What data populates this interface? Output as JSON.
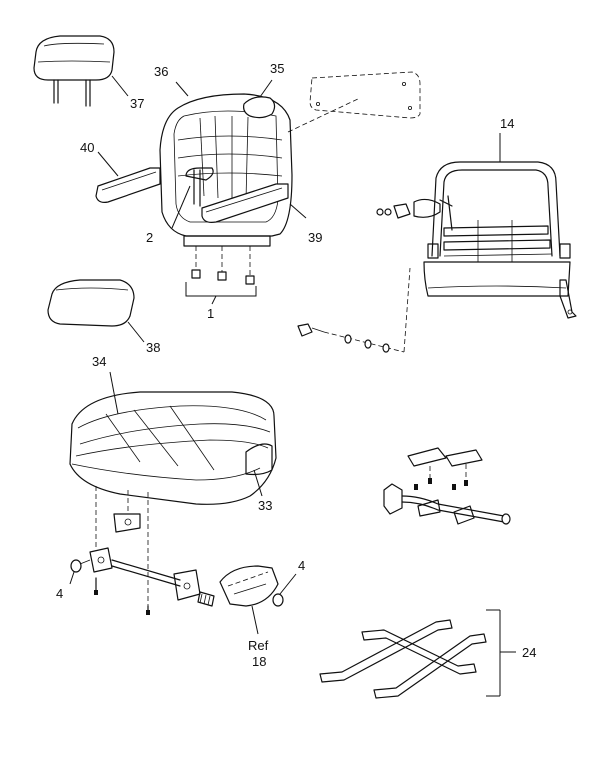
{
  "callouts": {
    "c1": "1",
    "c2": "2",
    "c4a": "4",
    "c4b": "4",
    "c14": "14",
    "c24": "24",
    "c33": "33",
    "c34": "34",
    "c35": "35",
    "c36": "36",
    "c37": "37",
    "c38": "38",
    "c39": "39",
    "c40": "40",
    "ref": "Ref",
    "ref18": "18"
  },
  "colors": {
    "line": "#111111",
    "background": "#ffffff"
  }
}
